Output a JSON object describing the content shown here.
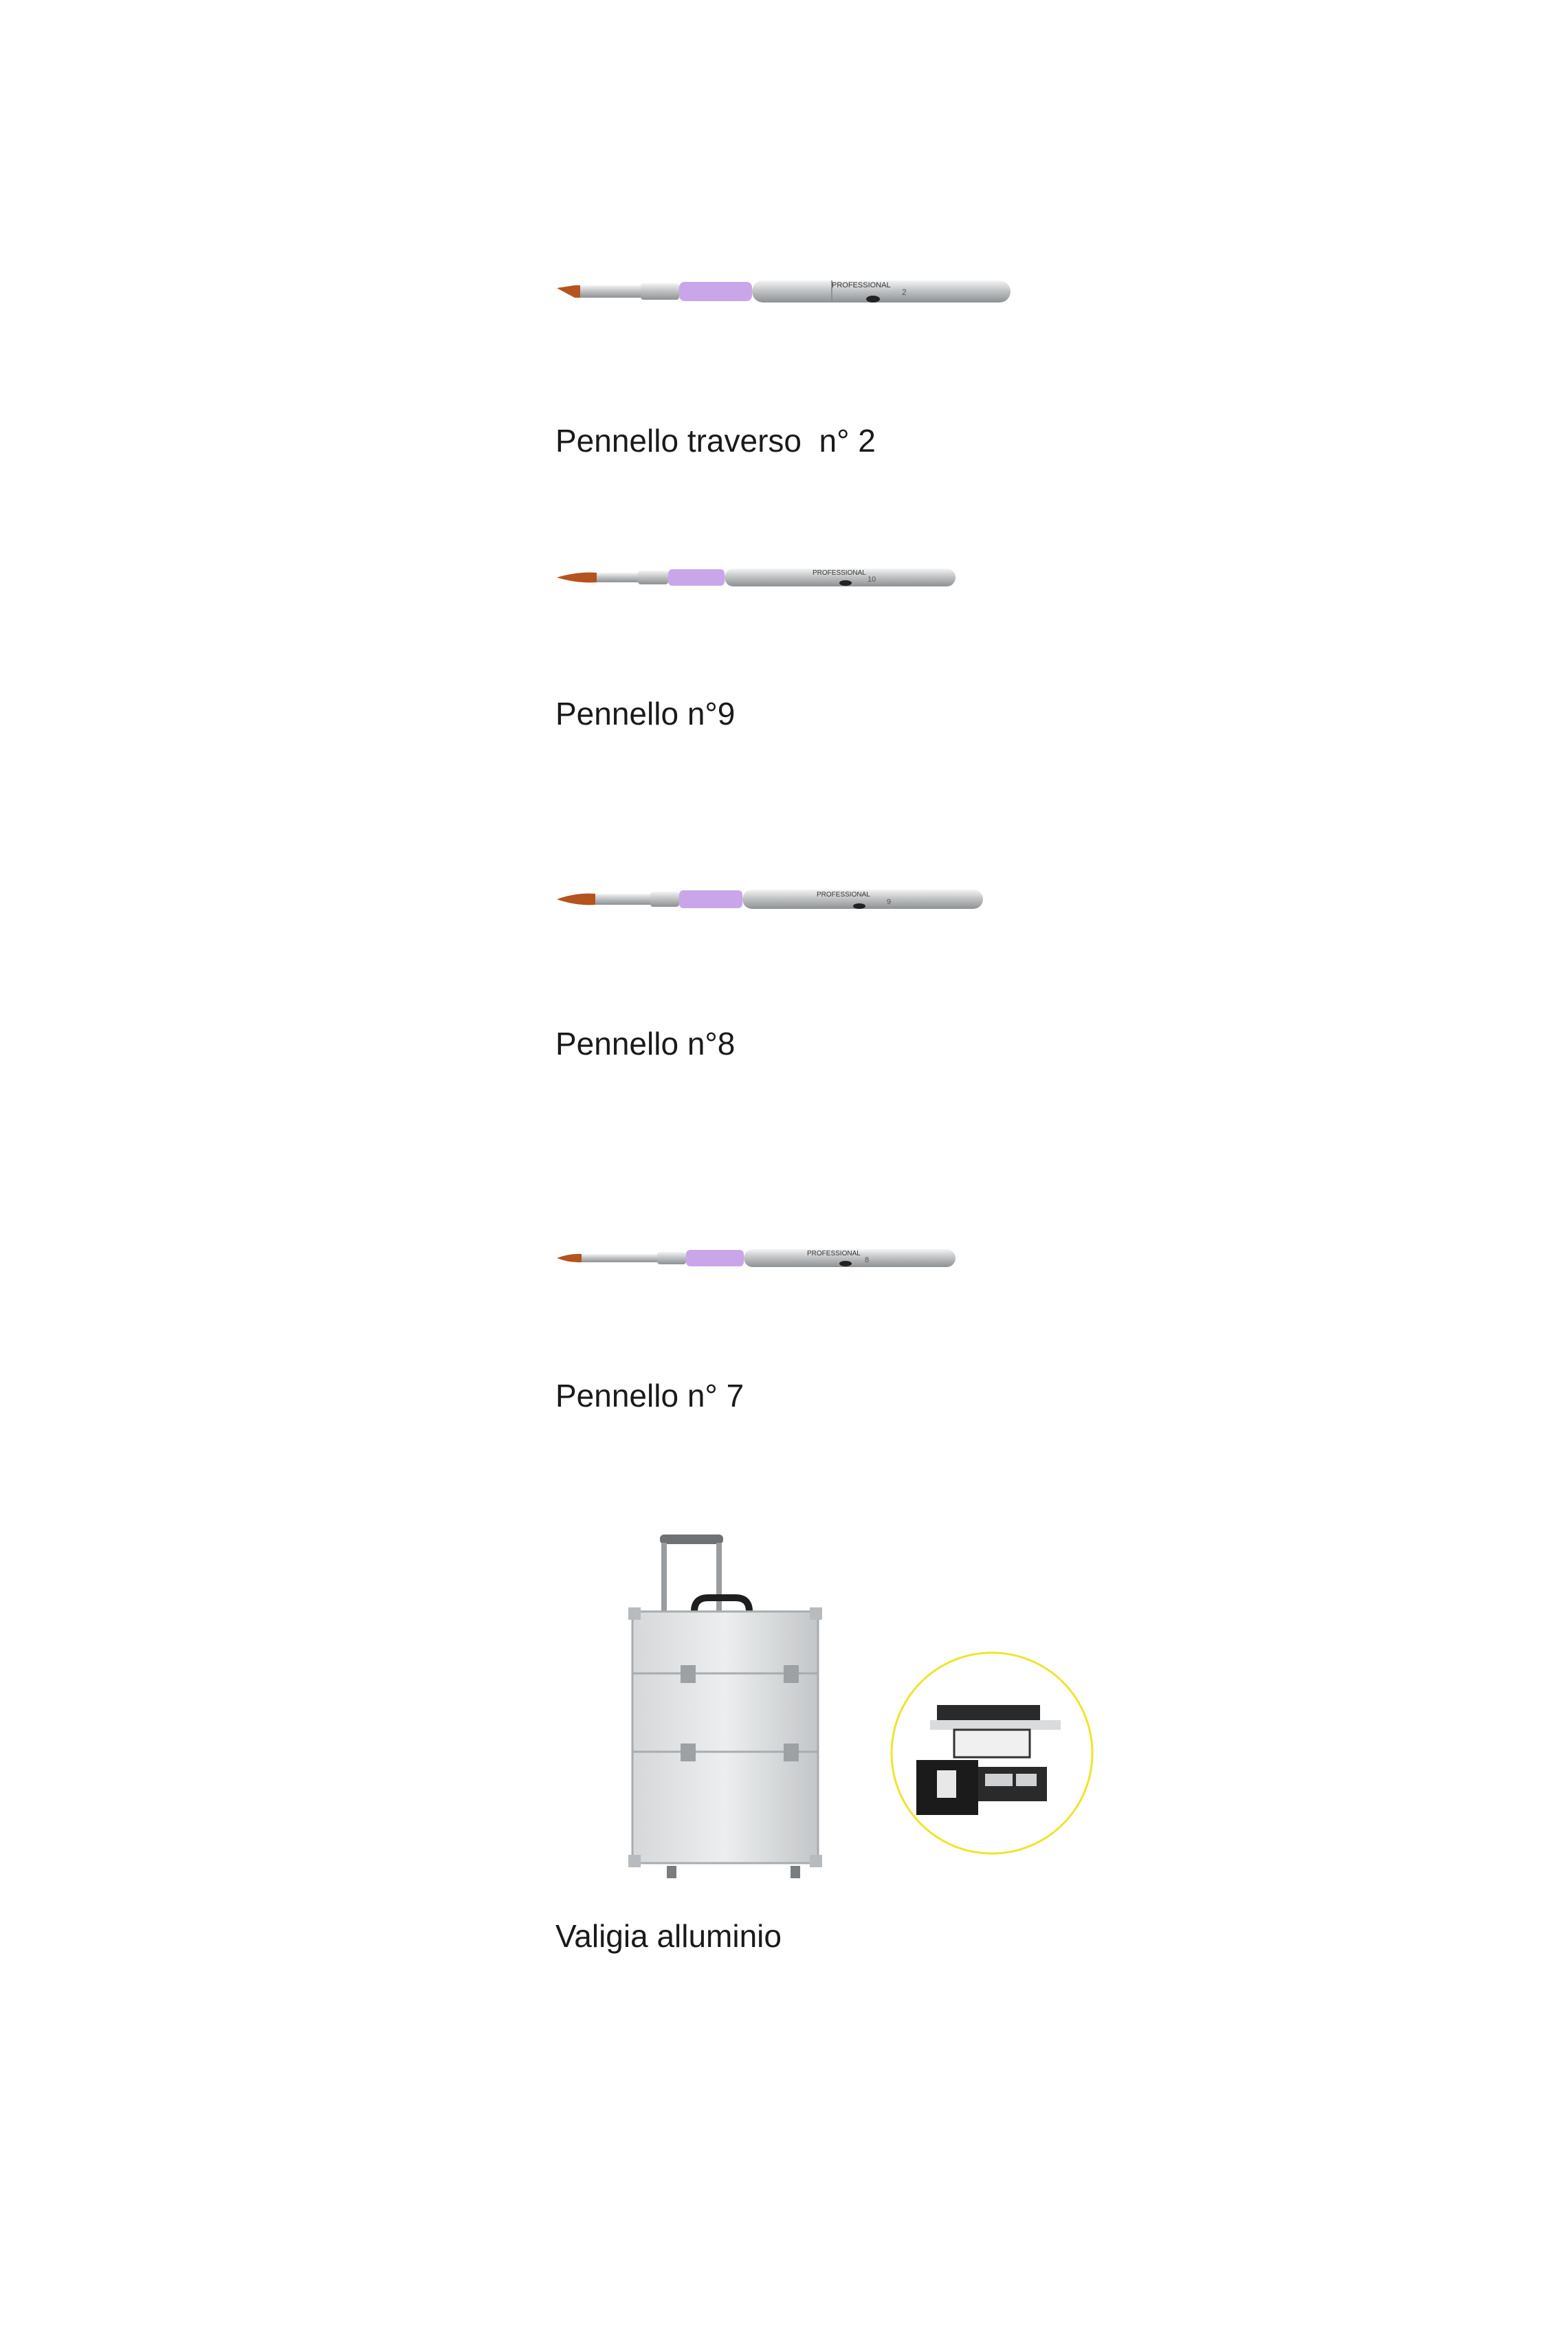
{
  "products": [
    {
      "caption": "Pennello traverso  n° 2",
      "brush_label": "PROFESSIONAL",
      "brush_size": "2"
    },
    {
      "caption": "Pennello n°9",
      "brush_label": "PROFESSIONAL",
      "brush_size": "10"
    },
    {
      "caption": "Pennello n°8",
      "brush_label": "PROFESSIONAL",
      "brush_size": "9"
    },
    {
      "caption": "Pennello n° 7",
      "brush_label": "PROFESSIONAL",
      "brush_size": "8"
    },
    {
      "caption": "Valigia alluminio"
    }
  ],
  "colors": {
    "bristle": "#b5531f",
    "grip": "#c9a6ea",
    "metal": "#c2c4c6",
    "detail_ring": "#f1e32b"
  }
}
